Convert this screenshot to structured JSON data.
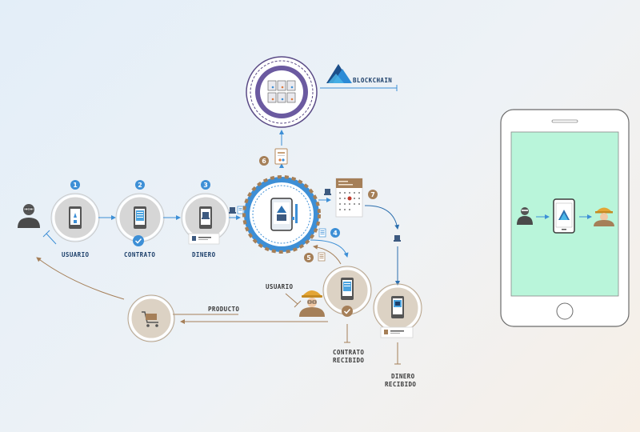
{
  "labels": {
    "blockchain": "BLOCKCHAIN",
    "usuario_left": "USUARIO",
    "contrato": "CONTRATO",
    "dinero": "DINERO",
    "usuario_right": "USUARIO",
    "producto": "PRODUCTO",
    "contrato_recibido_1": "CONTRATO",
    "contrato_recibido_2": "RECIBIDO",
    "dinero_recibido_1": "DINERO",
    "dinero_recibido_2": "RECIBIDO"
  },
  "steps": {
    "s1": "1",
    "s2": "2",
    "s3": "3",
    "s4": "4",
    "s5": "5",
    "s6": "6",
    "s7": "7"
  },
  "colors": {
    "blue": "#3d8fd6",
    "brown": "#a57f58",
    "dark": "#3a3a3a",
    "screen": "#b9f5da"
  },
  "icons": {
    "user": "user-icon",
    "worker": "worker-icon",
    "cart": "cart-icon",
    "blockchain_logo": "blockchain-logo-icon",
    "phone": "smartphone-icon",
    "calendar": "calendar-icon",
    "document": "document-icon",
    "badge": "verified-badge-icon"
  }
}
